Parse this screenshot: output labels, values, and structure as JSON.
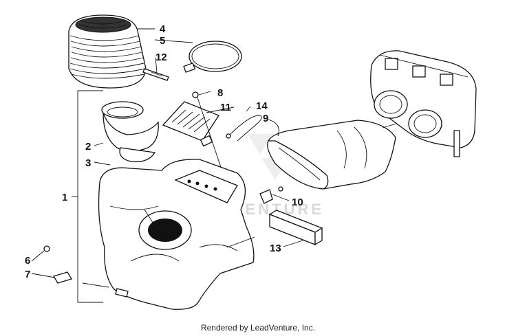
{
  "diagram": {
    "callouts": [
      "1",
      "2",
      "3",
      "4",
      "5",
      "6",
      "7",
      "8",
      "9",
      "10",
      "11",
      "12",
      "13",
      "14"
    ],
    "watermark": "LEADVENTURE"
  },
  "footer": {
    "credit": "Rendered by LeadVenture, Inc."
  }
}
